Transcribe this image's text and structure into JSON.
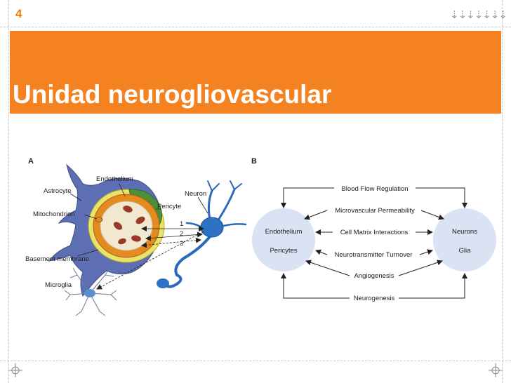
{
  "slide": {
    "number": "4",
    "nav_arrows": "⇣⇣⇣⇣⇣⇣⇣",
    "title": "Unidad neurogliovascular"
  },
  "colors": {
    "accent": "#f58220",
    "node_fill": "#d9e3f3",
    "text": "#222222"
  },
  "panel_a": {
    "label": "A",
    "labels": {
      "endothelium": "Endothelium",
      "astrocyte": "Astrocyte",
      "neuron": "Neuron",
      "pericyte": "Pericyte",
      "mitochondrion": "Mitochondrion",
      "basement_membrane": "Basement membrane",
      "microglia": "Microglia",
      "n1": "1",
      "n2": "2",
      "n3": "3"
    }
  },
  "panel_b": {
    "label": "B",
    "left_node": {
      "line1": "Endothelium",
      "line2": "Pericytes"
    },
    "right_node": {
      "line1": "Neurons",
      "line2": "Glia"
    },
    "relations": {
      "blood_flow": "Blood Flow Regulation",
      "permeability": "Microvascular Permeability",
      "cell_matrix": "Cell Matrix Interactions",
      "neurotransmitter": "Neurotransmitter Turnover",
      "angiogenesis": "Angiogenesis",
      "neurogenesis": "Neurogenesis"
    }
  }
}
